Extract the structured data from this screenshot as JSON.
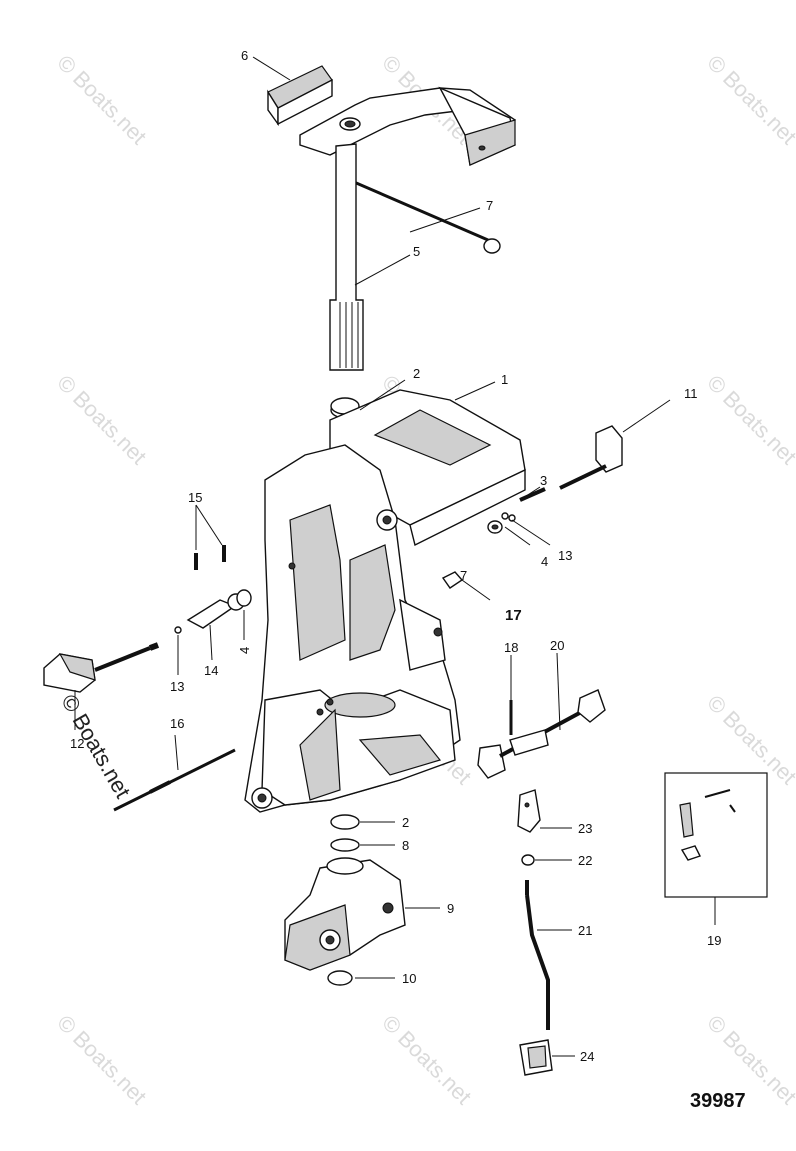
{
  "watermark": "© Boats.net",
  "reference_number": "39987",
  "callouts": {
    "c1": "1",
    "c2a": "2",
    "c2b": "2",
    "c3": "3",
    "c4a": "4",
    "c4b": "4",
    "c5": "5",
    "c6": "6",
    "c7a": "7",
    "c7b": "7",
    "c8": "8",
    "c9": "9",
    "c10": "10",
    "c11": "11",
    "c12": "12",
    "c13a": "13",
    "c13b": "13",
    "c14": "14",
    "c15": "15",
    "c16": "16",
    "c17": "17",
    "c18": "18",
    "c19": "19",
    "c20": "20",
    "c21": "21",
    "c22": "22",
    "c23": "23",
    "c24": "24"
  }
}
